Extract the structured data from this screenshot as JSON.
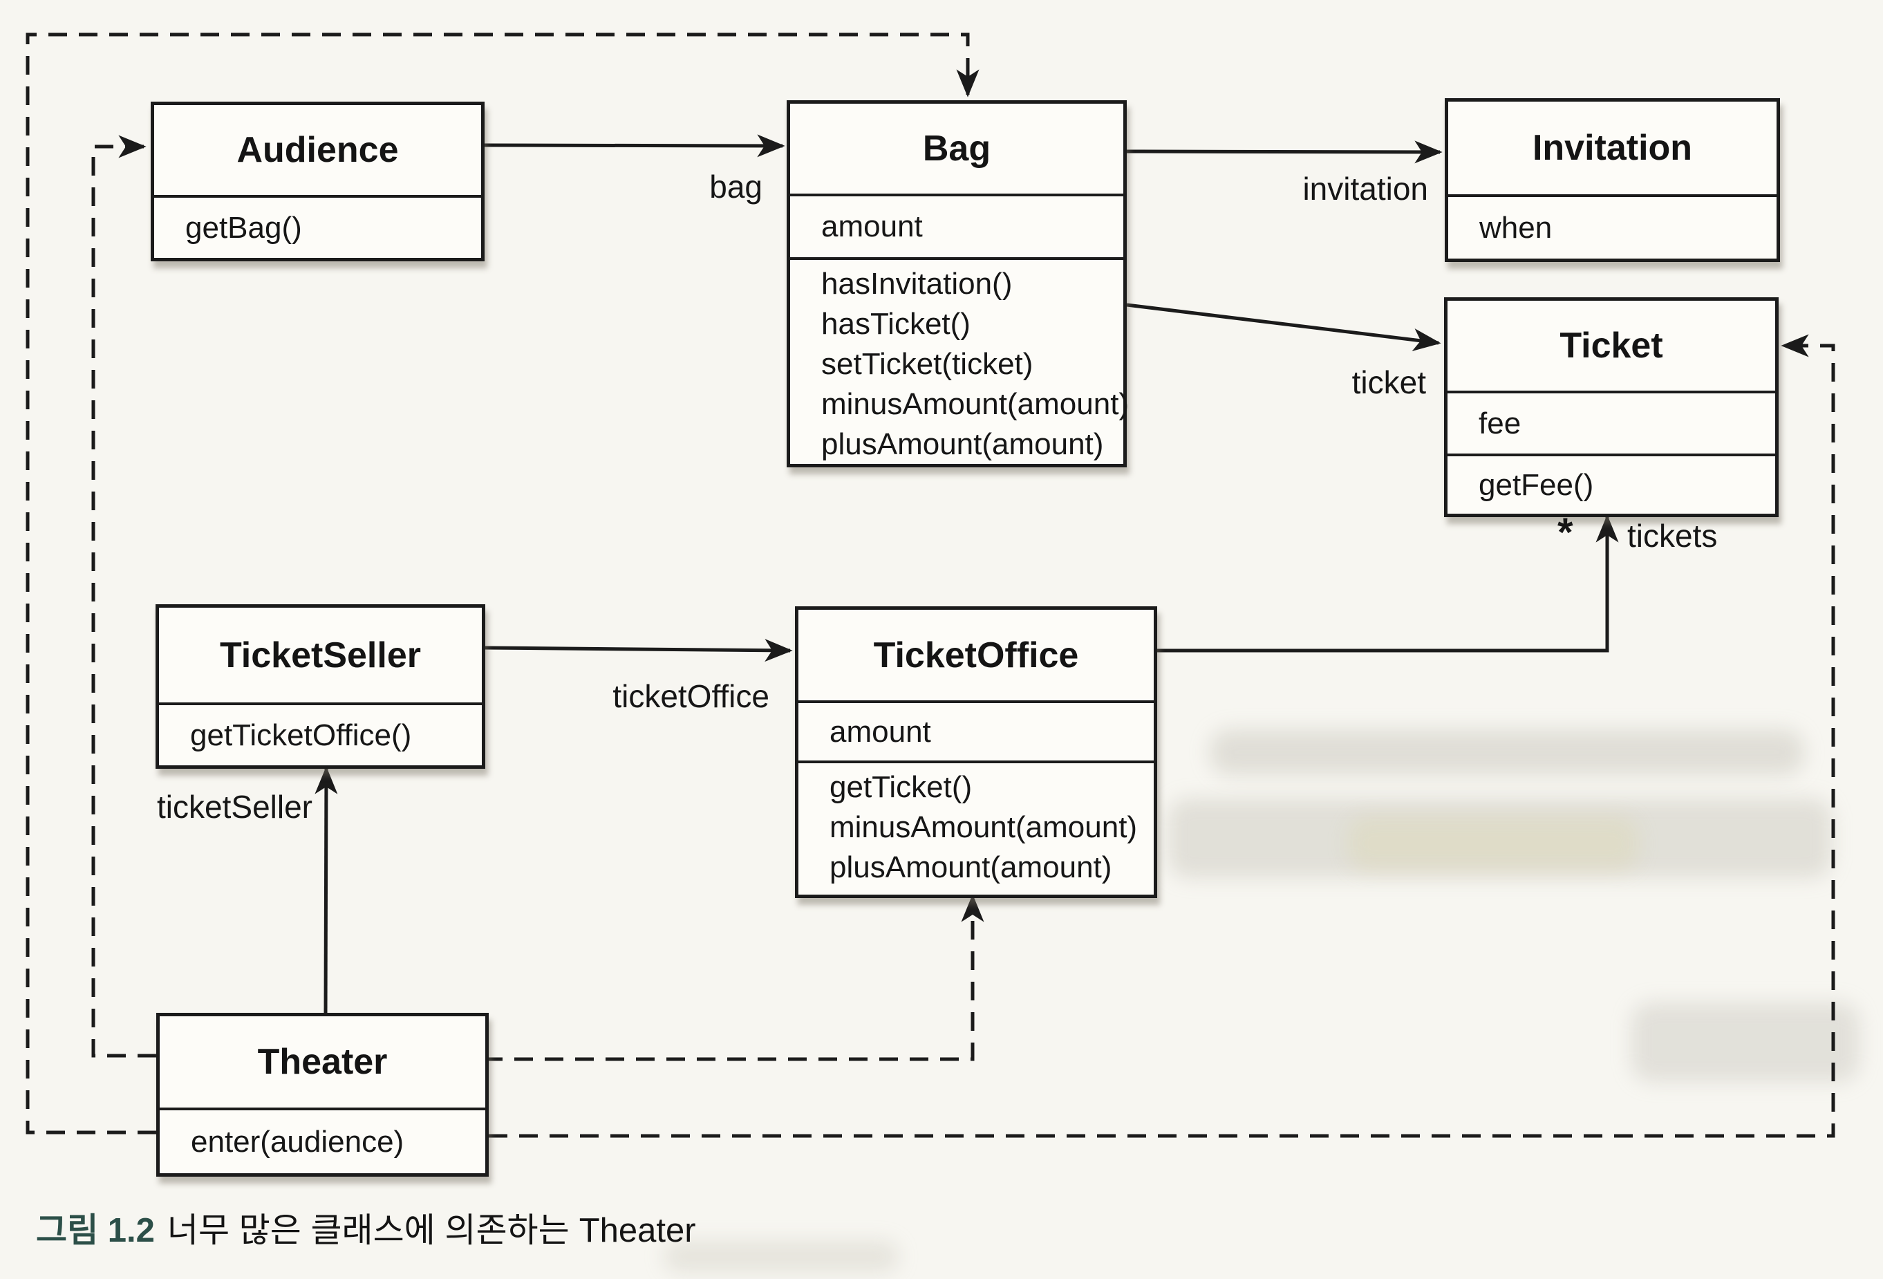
{
  "diagram": {
    "classes": [
      {
        "id": "audience",
        "name": "Audience",
        "attributes": [],
        "methods": [
          "getBag()"
        ]
      },
      {
        "id": "bag",
        "name": "Bag",
        "attributes": [
          "amount"
        ],
        "methods": [
          "hasInvitation()",
          "hasTicket()",
          "setTicket(ticket)",
          "minusAmount(amount)",
          "plusAmount(amount)"
        ]
      },
      {
        "id": "invitation",
        "name": "Invitation",
        "attributes": [
          "when"
        ],
        "methods": []
      },
      {
        "id": "ticket",
        "name": "Ticket",
        "attributes": [
          "fee"
        ],
        "methods": [
          "getFee()"
        ]
      },
      {
        "id": "ticketseller",
        "name": "TicketSeller",
        "attributes": [],
        "methods": [
          "getTicketOffice()"
        ]
      },
      {
        "id": "ticketoffice",
        "name": "TicketOffice",
        "attributes": [
          "amount"
        ],
        "methods": [
          "getTicket()",
          "minusAmount(amount)",
          "plusAmount(amount)"
        ]
      },
      {
        "id": "theater",
        "name": "Theater",
        "attributes": [],
        "methods": [
          "enter(audience)"
        ]
      }
    ],
    "edge_labels": {
      "bag": "bag",
      "invitation": "invitation",
      "ticket": "ticket",
      "ticketOffice": "ticketOffice",
      "ticketSeller": "ticketSeller",
      "tickets": "tickets",
      "tickets_multiplicity": "*"
    },
    "relations": [
      {
        "from": "Audience",
        "to": "Bag",
        "type": "association",
        "label": "bag"
      },
      {
        "from": "Bag",
        "to": "Invitation",
        "type": "association",
        "label": "invitation"
      },
      {
        "from": "Bag",
        "to": "Ticket",
        "type": "association",
        "label": "ticket"
      },
      {
        "from": "TicketSeller",
        "to": "TicketOffice",
        "type": "association",
        "label": "ticketOffice"
      },
      {
        "from": "TicketOffice",
        "to": "Ticket",
        "type": "association",
        "label": "tickets",
        "multiplicity": "*"
      },
      {
        "from": "Theater",
        "to": "TicketSeller",
        "type": "association",
        "label": "ticketSeller"
      },
      {
        "from": "Theater",
        "to": "Audience",
        "type": "dependency"
      },
      {
        "from": "Theater",
        "to": "Bag",
        "type": "dependency"
      },
      {
        "from": "Theater",
        "to": "TicketOffice",
        "type": "dependency"
      },
      {
        "from": "Theater",
        "to": "Ticket",
        "type": "dependency"
      }
    ]
  },
  "caption": {
    "prefix": "그림 1.2",
    "text": "너무 많은 클래스에 의존하는",
    "code": "Theater"
  },
  "colors": {
    "ink": "#1b1b1b",
    "caption_accent": "#2c4f48",
    "paper": "#f7f6f1",
    "box_fill": "#fdfcf8"
  }
}
